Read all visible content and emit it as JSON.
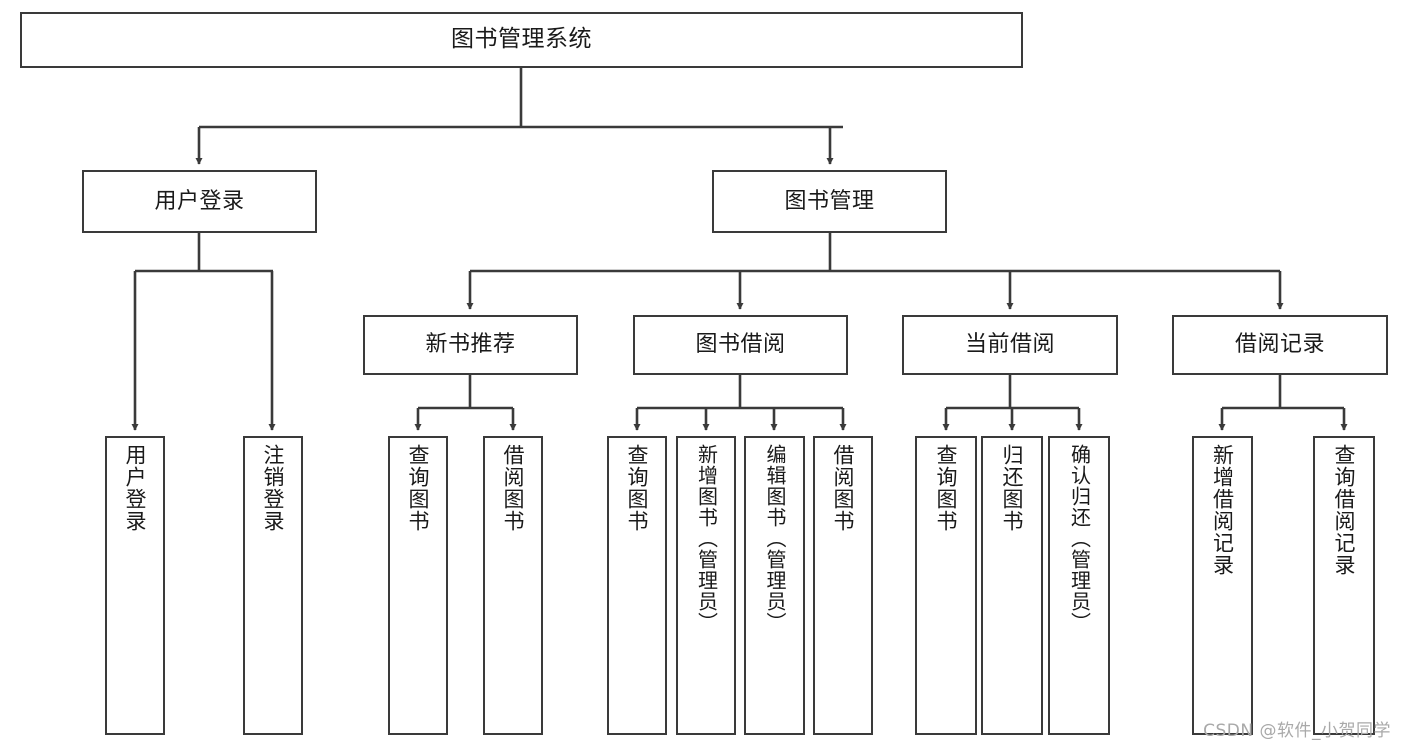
{
  "diagram": {
    "title": "图书管理系统",
    "type": "tree",
    "orientation": "top-down",
    "node_border_color": "#3a3a3a",
    "node_fill_color": "#ffffff",
    "edge_color": "#3a3a3a",
    "background_color": "#ffffff",
    "root": {
      "label": "图书管理系统"
    },
    "level1": [
      {
        "label": "用户登录"
      },
      {
        "label": "图书管理"
      }
    ],
    "level2": [
      {
        "label": "新书推荐"
      },
      {
        "label": "图书借阅"
      },
      {
        "label": "当前借阅"
      },
      {
        "label": "借阅记录"
      }
    ],
    "leaves": {
      "user_login": [
        {
          "label": "用户登录"
        },
        {
          "label": "注销登录"
        }
      ],
      "new_book_recommend": [
        {
          "label": "查询图书"
        },
        {
          "label": "借阅图书"
        }
      ],
      "book_borrow": [
        {
          "label": "查询图书"
        },
        {
          "label": "新增图书（管理员）"
        },
        {
          "label": "编辑图书（管理员）"
        },
        {
          "label": "借阅图书"
        }
      ],
      "current_borrow": [
        {
          "label": "查询图书"
        },
        {
          "label": "归还图书"
        },
        {
          "label": "确认归还（管理员）"
        }
      ],
      "borrow_record": [
        {
          "label": "新增借阅记录"
        },
        {
          "label": "查询借阅记录"
        }
      ]
    }
  },
  "watermark": {
    "text": "CSDN @软件_小贺同学",
    "color": "#a9a9a9"
  }
}
